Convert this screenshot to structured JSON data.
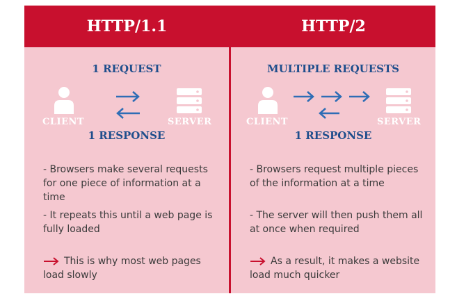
{
  "left": {
    "title": "HTTP/1.1",
    "top_label": "1 REQUEST",
    "bottom_label": "1 RESPONSE",
    "client_label": "CLIENT",
    "server_label": "SERVER",
    "bullet1": "- Browsers make several requests for one piece of information at a time",
    "bullet2": "- It repeats this until a web page is fully loaded",
    "conclusion": "This is why most web pages load slowly"
  },
  "right": {
    "title": "HTTP/2",
    "top_label": "MULTIPLE REQUESTS",
    "bottom_label": "1 RESPONSE",
    "client_label": "CLIENT",
    "server_label": "SERVER",
    "bullet1": "- Browsers request multiple pieces of the information at a time",
    "bullet2": "- The server will then push them all at once when required",
    "conclusion": "As a result, it makes a website load much quicker"
  },
  "colors": {
    "header": "#c8102e",
    "panel": "#f5c8d0",
    "label_blue": "#1f4e8c",
    "arrow_blue": "#2e6db5"
  },
  "icons": {
    "client": "person-icon",
    "server": "server-icon",
    "request_arrow": "arrow-right-icon",
    "response_arrow": "arrow-left-icon",
    "conclusion_arrow": "long-arrow-right-icon"
  }
}
